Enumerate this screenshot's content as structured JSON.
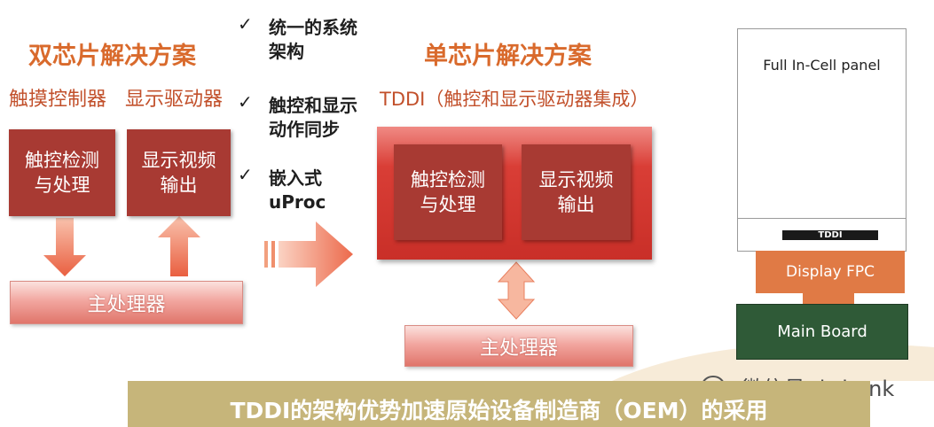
{
  "left": {
    "title": "双芯片解决方案",
    "label_touch": "触摸控制器",
    "label_display": "显示驱动器",
    "box_touch": "触控检测\n与处理",
    "box_display": "显示视频\n输出",
    "host": "主处理器"
  },
  "checklist": [
    "统一的系统\n架构",
    "触控和显示\n动作同步",
    "嵌入式\nuProc"
  ],
  "check_symbol": "✓",
  "right": {
    "title": "单芯片解决方案",
    "subtitle": "TDDI（触控和显示驱动器集成）",
    "box_touch": "触控检测\n与处理",
    "box_display": "显示视频\n输出",
    "host": "主处理器"
  },
  "panel": {
    "panel_label": "Full In-Cell panel",
    "chip_label": "TDDI",
    "fpc_label": "Display FPC",
    "board_label": "Main Board"
  },
  "footer": "TDDI的架构优势加速原始设备制造商（OEM）的采用",
  "watermark": "微信号: ittbank",
  "colors": {
    "title_orange": "#d96a2c",
    "dark_red": "#a83a33",
    "fpc_orange": "#e07a45",
    "board_green": "#2f5a37",
    "footer_band": "#c6b57a"
  }
}
